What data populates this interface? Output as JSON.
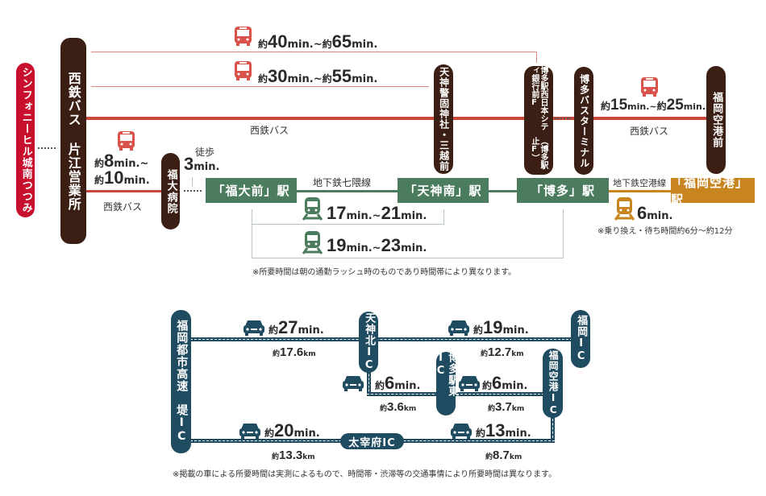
{
  "colors": {
    "origin": "#c8102e",
    "stop": "#3b1f14",
    "bus": "#c9483a",
    "subway_nanakuma": "#4c7c5e",
    "subway_airport": "#c8851f",
    "expressway": "#1f4c60"
  },
  "rail": {
    "origin": "シンフォニーヒル城南つつみ",
    "stops": {
      "katae": "西鉄バス 片江営業所",
      "fukudai_hospital": "福大病院",
      "tenjin_keigo": "天神警固神社・三越前",
      "hakata_nishi": "博多駅西日本シティ銀行前F",
      "hakata_nishi_sub": "（博多駅止F）",
      "hakata_bt": "博多バスターミナル",
      "airport_mae": "福岡空港前"
    },
    "stations": {
      "fukudaimae": "「福大前」駅",
      "tenjin_minami": "「天神南」駅",
      "hakata": "「博多」駅",
      "fukuoka_airport": "「福岡空港」駅"
    },
    "line_labels": {
      "nishitetsu_bus_main": "西鉄バス",
      "nishitetsu_bus_short": "西鉄バス",
      "nishitetsu_bus_airport": "西鉄バス",
      "nanakuma": "地下鉄七隈線",
      "airport_line": "地下鉄空港線"
    },
    "walk": {
      "label": "徒歩",
      "num": "3",
      "unit": "min."
    },
    "times": {
      "bus_hakata": [
        "約",
        "40",
        "min.~",
        "約",
        "65",
        "min."
      ],
      "bus_tenjin": [
        "約",
        "30",
        "min.~",
        "約",
        "55",
        "min."
      ],
      "bus_airport": [
        "約",
        "15",
        "min.~",
        "約",
        "25",
        "min."
      ],
      "bus_hospital_1": [
        "約",
        "8",
        "min.~"
      ],
      "bus_hospital_2": [
        "約",
        "10",
        "min."
      ],
      "subway_tenjin": [
        "17",
        "min.~",
        "21",
        "min."
      ],
      "subway_hakata": [
        "19",
        "min.~",
        "23",
        "min."
      ],
      "subway_airport": [
        "6",
        "min."
      ]
    },
    "transfer_note": "※乗り換え・待ち時間約6分～約12分",
    "note": "※所要時間は朝の通勤ラッシュ時のものであり時間帯により異なります。"
  },
  "road": {
    "ics": {
      "tsutsumi": "福岡都市高速　堤IC",
      "tenjin_kita": "天神北IC",
      "fukuoka": "福岡IC",
      "hakata_higashi": "博多駅東IC",
      "fukuoka_airport": "福岡空港IC",
      "dazaifu": "太宰府IC"
    },
    "segments": {
      "tsutsumi_tenjin": {
        "time": [
          "約",
          "27",
          "min."
        ],
        "dist": [
          "約",
          "17.6",
          "km"
        ]
      },
      "tenjin_fukuoka": {
        "time": [
          "約",
          "19",
          "min."
        ],
        "dist": [
          "約",
          "12.7",
          "km"
        ]
      },
      "tenjin_hakata": {
        "time": [
          "約",
          "6",
          "min."
        ],
        "dist": [
          "約",
          "3.6",
          "km"
        ]
      },
      "hakata_airport": {
        "time": [
          "約",
          "6",
          "min."
        ],
        "dist": [
          "約",
          "3.7",
          "km"
        ]
      },
      "tsutsumi_dazaifu": {
        "time": [
          "約",
          "20",
          "min."
        ],
        "dist": [
          "約",
          "13.3",
          "km"
        ]
      },
      "dazaifu_airport": {
        "time": [
          "約",
          "13",
          "min."
        ],
        "dist": [
          "約",
          "8.7",
          "km"
        ]
      }
    },
    "note": "※掲載の車による所要時間は実測によるもので、時間帯・渋滞等の交通事情により所要時間は異なります。"
  }
}
